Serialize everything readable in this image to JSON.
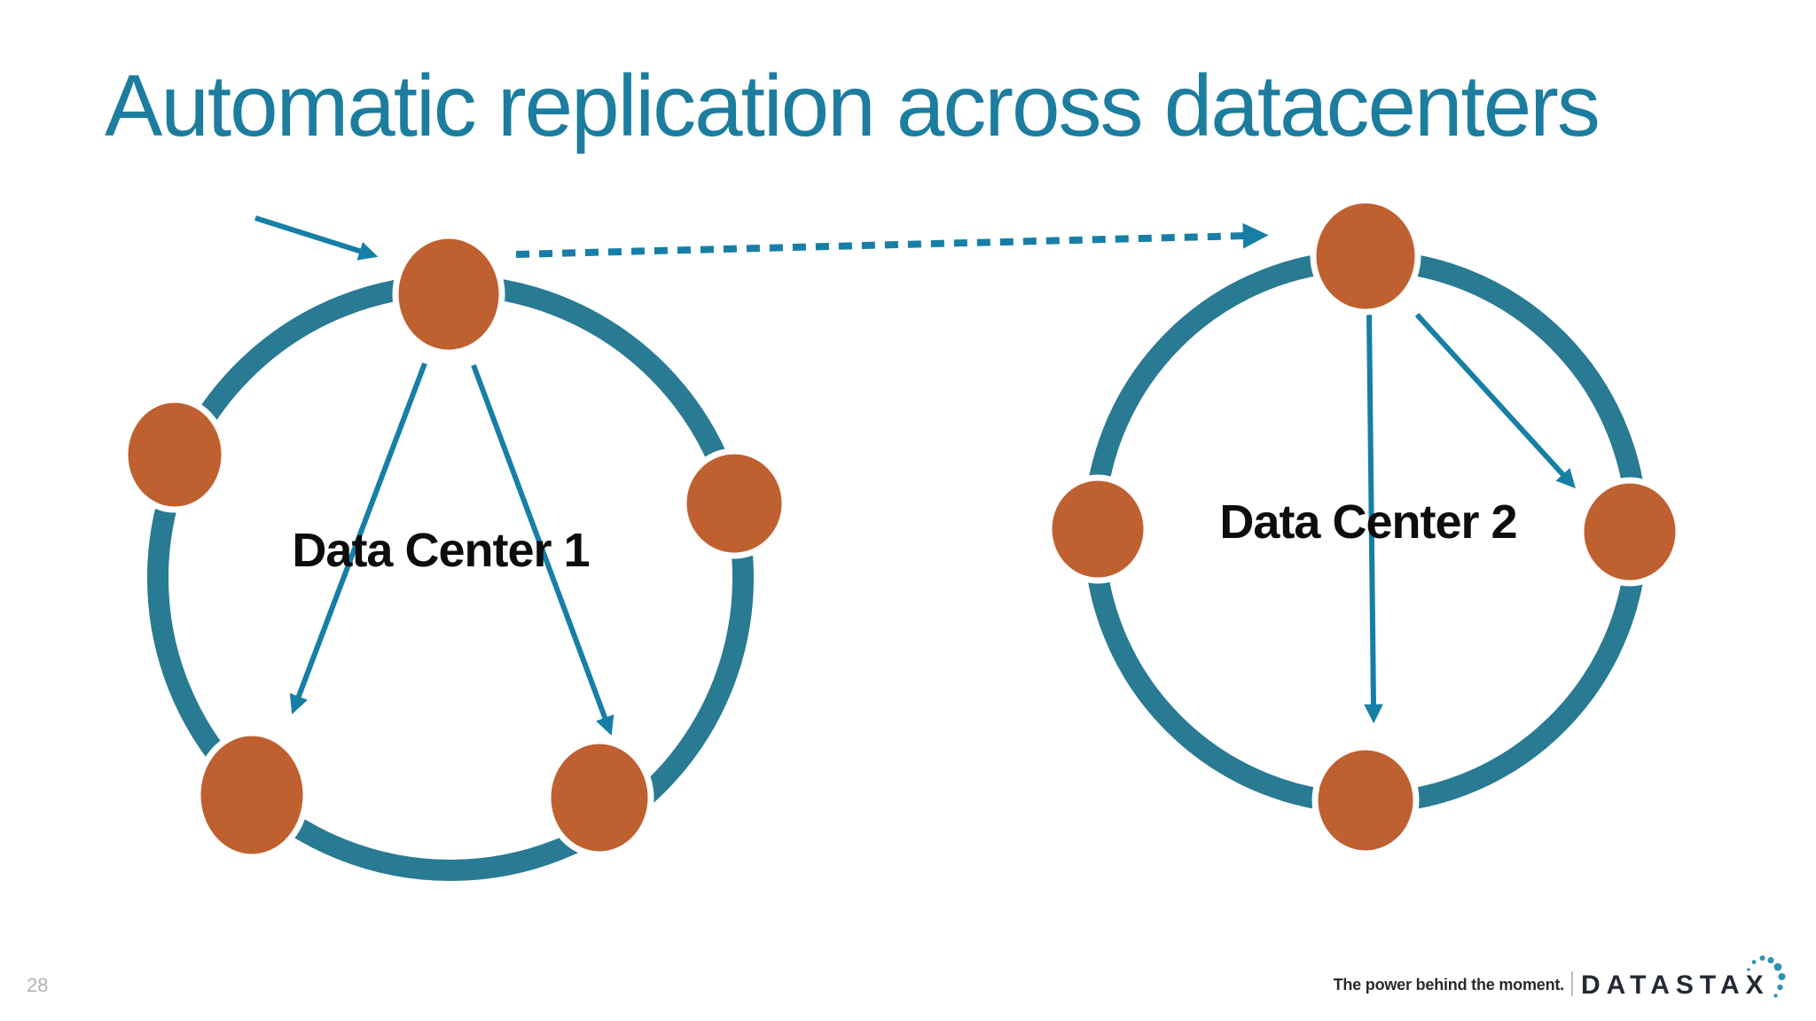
{
  "slide": {
    "title": "Automatic replication across datacenters",
    "page_number": "28"
  },
  "diagram": {
    "datacenter_1": {
      "label": "Data Center 1",
      "node_count": 5
    },
    "datacenter_2": {
      "label": "Data Center 2",
      "node_count": 4
    }
  },
  "footer": {
    "tagline": "The power behind the moment.",
    "brand": "DATASTAX"
  },
  "colors": {
    "title": "#1C7D9E",
    "ring": "#297A93",
    "node": "#BF6030",
    "node-halo": "#FFFFFF",
    "arrow": "#177FA6",
    "label": "#0D0D0D",
    "page-number": "#B1B1B1",
    "tagline": "#2B2B2B",
    "brand": "#232A33",
    "brand-dot": "#2E93B0",
    "separator": "#BBBBBB"
  }
}
